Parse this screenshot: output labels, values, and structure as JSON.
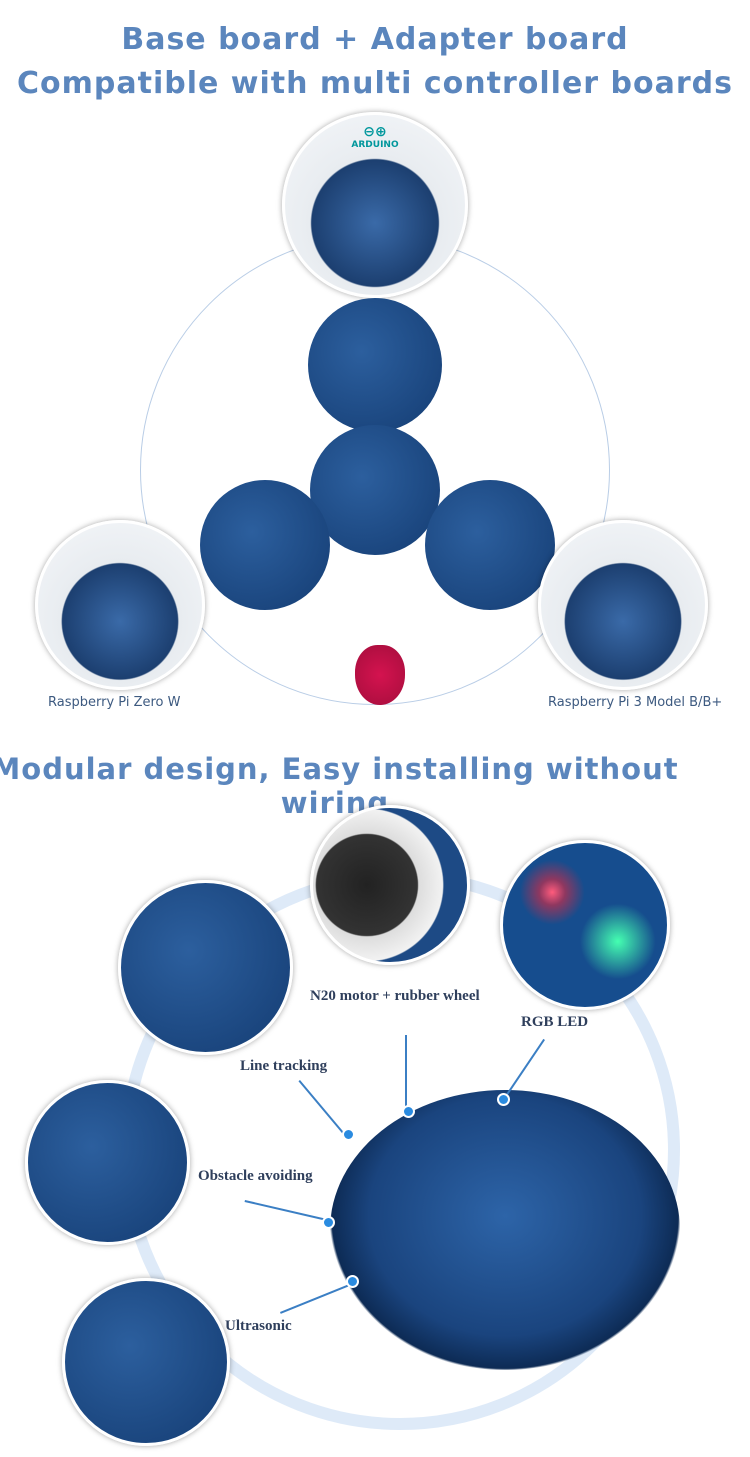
{
  "header": {
    "line1": "Base board + Adapter board",
    "line2": "Compatible with multi controller boards"
  },
  "top": {
    "arduino_logo": "ARDUINO",
    "left_caption": "Raspberry Pi Zero W",
    "right_caption": "Raspberry Pi 3 Model B/B+"
  },
  "section2": {
    "title": "Modular design, Easy installing without wiring"
  },
  "labels": {
    "motor": "N20 motor + rubber wheel",
    "rgb": "RGB LED",
    "line": "Line tracking",
    "obstacle": "Obstacle avoiding",
    "ultrasonic": "Ultrasonic"
  },
  "colors": {
    "title": "#5b86bd",
    "board": "#1c4a86",
    "accent": "#2a8be0"
  }
}
